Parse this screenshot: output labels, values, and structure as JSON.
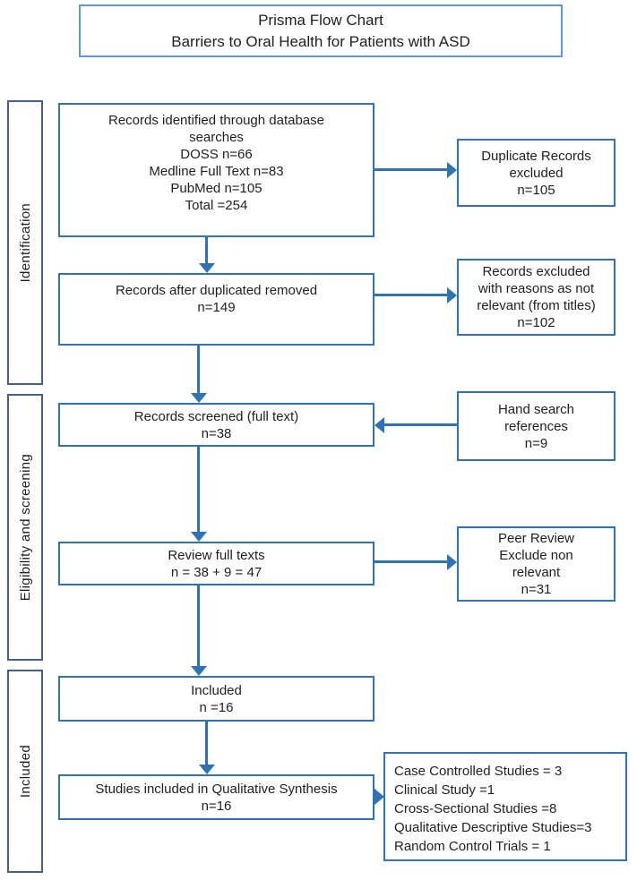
{
  "colors": {
    "flow_box_border": "#2e75b6",
    "arrow": "#2e74b5",
    "sidebar_border": "#44608a",
    "title_border": "#5b9bd5",
    "text": "#1f1f1f",
    "background": "#ffffff"
  },
  "title": {
    "line1": "Prisma Flow Chart",
    "line2": "Barriers to Oral Health for Patients with ASD"
  },
  "sidebar": {
    "items": [
      {
        "label": "Identification"
      },
      {
        "label": "Eligibility  and screening"
      },
      {
        "label": "Included"
      }
    ]
  },
  "flow": {
    "identified": {
      "lines": [
        "Records identified through database",
        "searches",
        "DOSS  n=66",
        "Medline  Full  Text n=83",
        "PubMed  n=105",
        "Total  =254"
      ]
    },
    "after_duplicates": {
      "lines": [
        "Records after duplicated  removed",
        "n=149"
      ]
    },
    "screened": {
      "lines": [
        "Records screened  (full text)",
        "n=38"
      ]
    },
    "review_full_texts": {
      "lines": [
        "Review  full texts",
        "n = 38 + 9 = 47"
      ]
    },
    "included": {
      "lines": [
        "Included",
        "n =16"
      ]
    },
    "qualitative_synthesis": {
      "lines": [
        "Studies  included  in  Qualitative  Synthesis",
        "n=16"
      ]
    }
  },
  "side_boxes": {
    "duplicates_excluded": {
      "lines": [
        "Duplicate  Records",
        "excluded",
        "n=105"
      ]
    },
    "excluded_not_relevant": {
      "lines": [
        "Records excluded",
        "with reasons as not",
        "relevant (from titles)",
        "n=102"
      ]
    },
    "hand_search": {
      "lines": [
        "Hand search",
        "references",
        "n=9"
      ]
    },
    "peer_review": {
      "lines": [
        "Peer Review",
        "Exclude non",
        "relevant",
        "n=31"
      ]
    },
    "study_types": {
      "lines": [
        "Case  Controlled  Studies  =  3",
        "Clinical  Study =1",
        "Cross-Sectional  Studies  =8",
        "Qualitative  Descriptive  Studies=3",
        "Random  Control  Trials  = 1"
      ]
    }
  }
}
